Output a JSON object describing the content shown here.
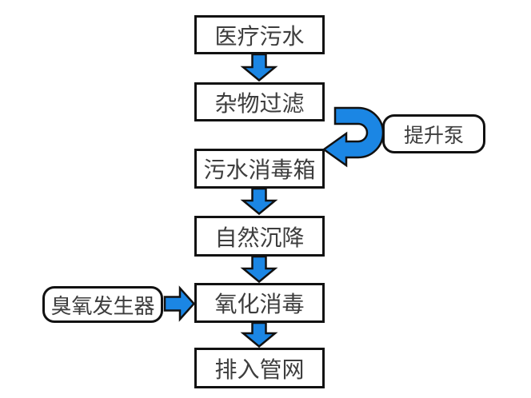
{
  "diagram": {
    "type": "flowchart",
    "description": "Medical wastewater treatment process flow",
    "nodes": [
      {
        "id": "medical-sewage",
        "label": "医疗污水",
        "shape": "rect"
      },
      {
        "id": "debris-filter",
        "label": "杂物过滤",
        "shape": "rect"
      },
      {
        "id": "sewage-disinfection-tank",
        "label": "污水消毒箱",
        "shape": "rect"
      },
      {
        "id": "natural-sedimentation",
        "label": "自然沉降",
        "shape": "rect"
      },
      {
        "id": "oxidation-disinfection",
        "label": "氧化消毒",
        "shape": "rect"
      },
      {
        "id": "discharge-pipe-network",
        "label": "排入管网",
        "shape": "rect"
      },
      {
        "id": "lift-pump",
        "label": "提升泵",
        "shape": "rounded-rect"
      },
      {
        "id": "ozone-generator",
        "label": "臭氧发生器",
        "shape": "rounded-rect"
      }
    ],
    "edges": [
      {
        "from": "medical-sewage",
        "to": "debris-filter",
        "style": "block-arrow-down"
      },
      {
        "from": "debris-filter",
        "to": "sewage-disinfection-tank",
        "style": "block-arrow-u-turn-via-lift-pump"
      },
      {
        "from": "sewage-disinfection-tank",
        "to": "natural-sedimentation",
        "style": "block-arrow-down"
      },
      {
        "from": "natural-sedimentation",
        "to": "oxidation-disinfection",
        "style": "block-arrow-down"
      },
      {
        "from": "ozone-generator",
        "to": "oxidation-disinfection",
        "style": "block-arrow-right"
      },
      {
        "from": "oxidation-disinfection",
        "to": "discharge-pipe-network",
        "style": "block-arrow-down"
      }
    ],
    "colors": {
      "arrow_fill": "#1b86e4",
      "arrow_outline": "#111111",
      "box_border": "#111111",
      "box_background": "#ffffff",
      "text": "#3d3d3d",
      "page_background": "#ffffff"
    }
  }
}
